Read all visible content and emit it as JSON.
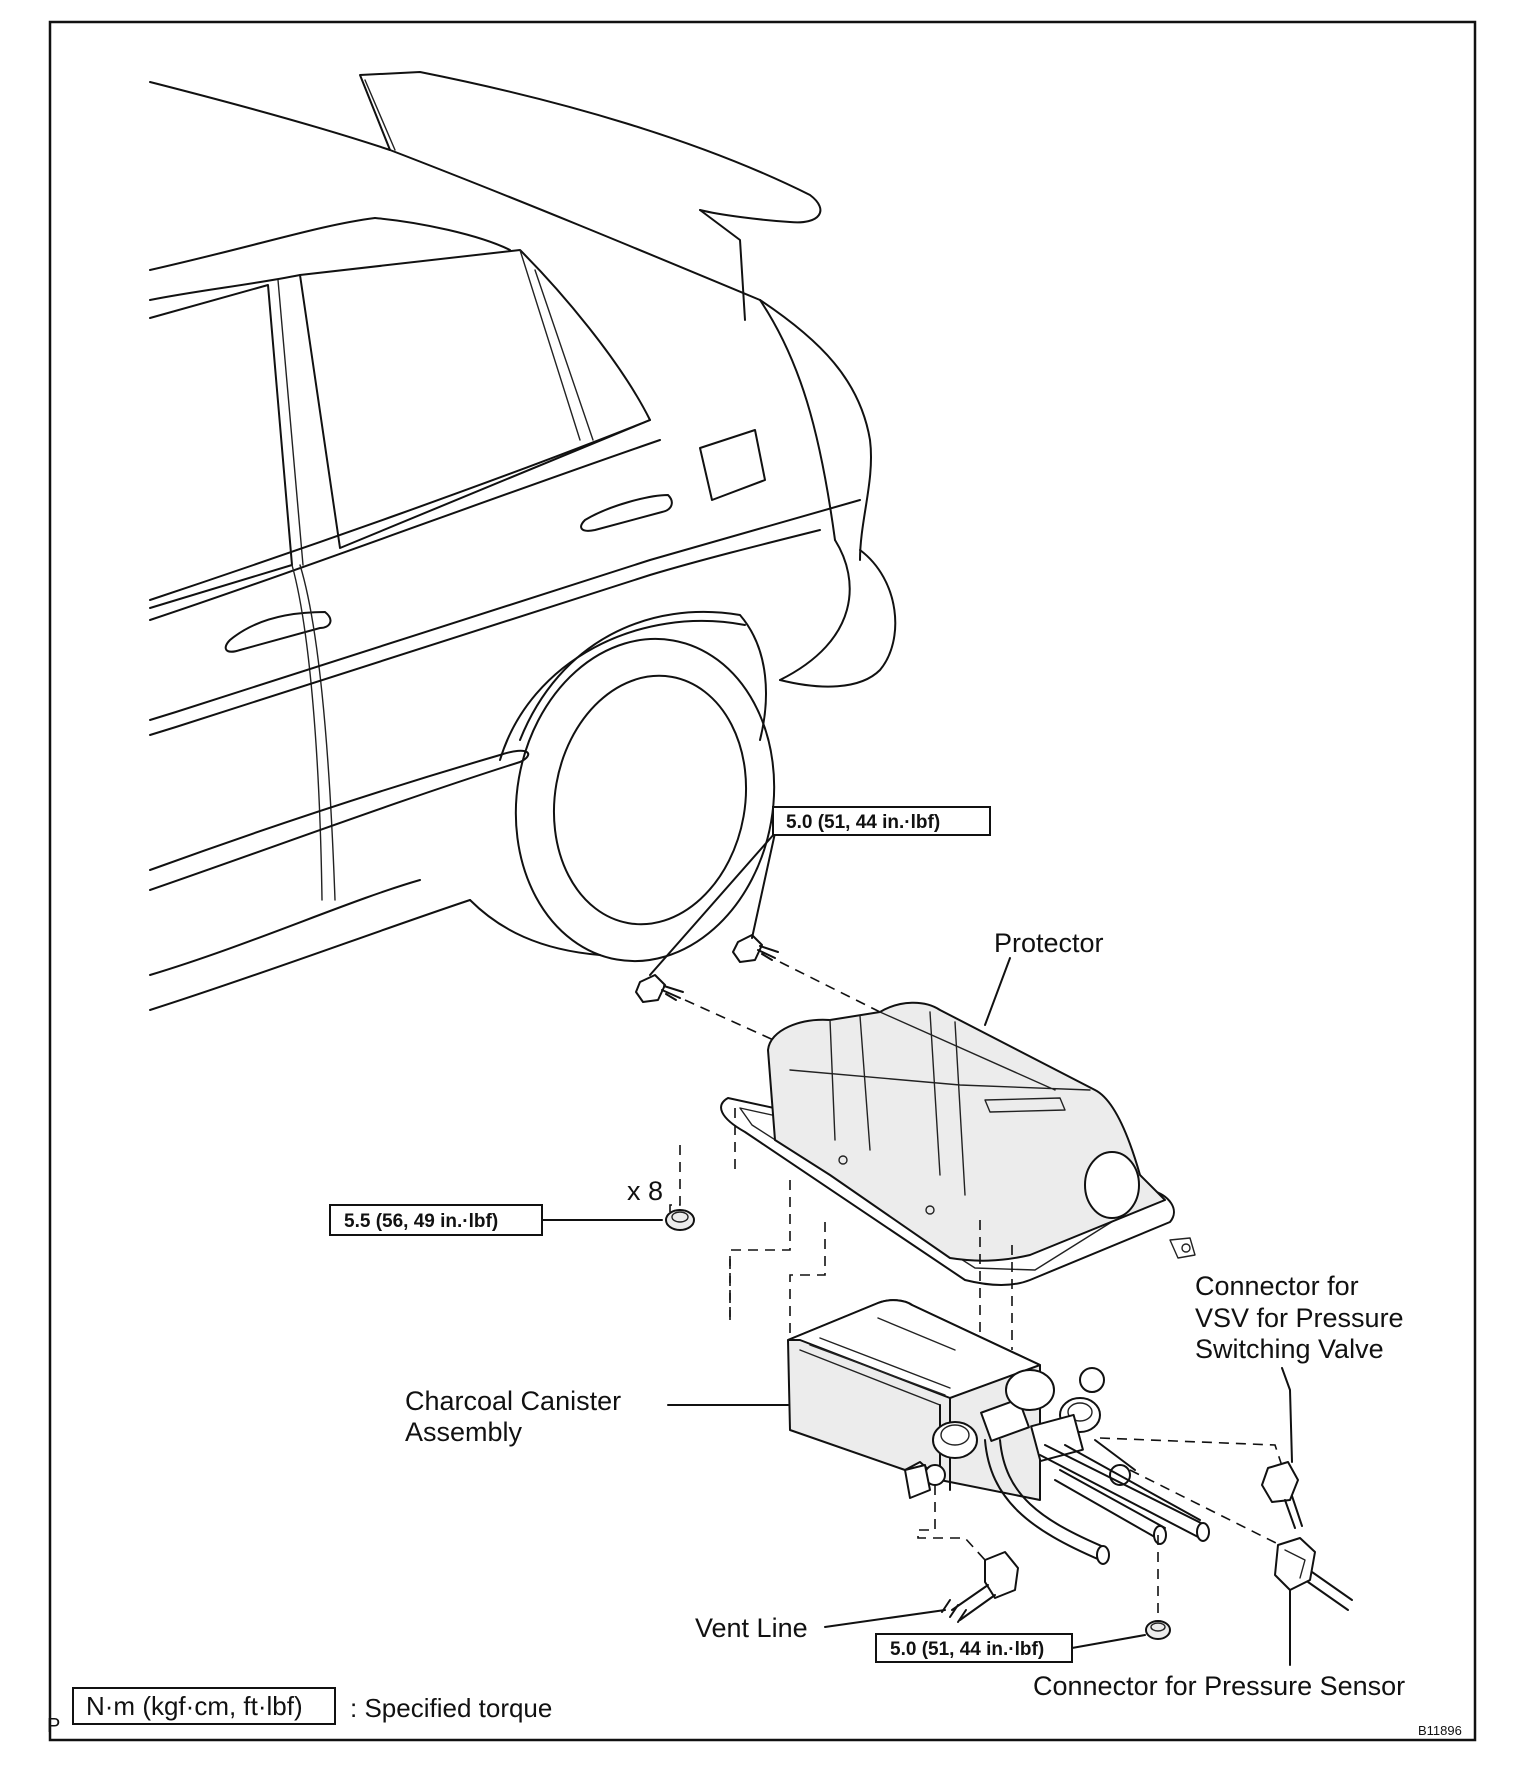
{
  "labels": {
    "protector": "Protector",
    "canister_line1": "Charcoal Canister",
    "canister_line2": "Assembly",
    "vsv_line1": "Connector for",
    "vsv_line2": "VSV for Pressure",
    "vsv_line3": "Switching Valve",
    "vent_line": "Vent Line",
    "pressure_sensor": "Connector for Pressure Sensor",
    "quantity": "x 8"
  },
  "torque": {
    "protector_bolts": "5.0 (51, 44 in.·lbf)",
    "protector_nuts": "5.5 (56, 49 in.·lbf)",
    "canister_nut": "5.0 (51, 44 in.·lbf)"
  },
  "legend": {
    "prefix": "P",
    "unit_box": "N·m (kgf·cm, ft·lbf)",
    "description": ": Specified torque"
  },
  "figure_code": "B11896"
}
